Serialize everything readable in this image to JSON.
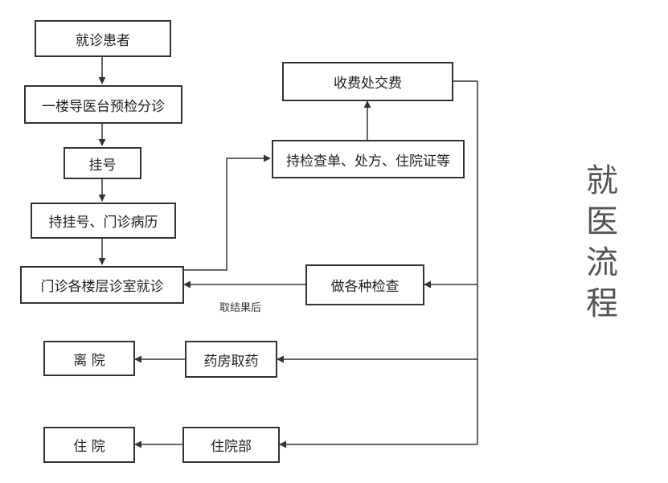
{
  "title": "就医流程",
  "nodes": {
    "patient": "就诊患者",
    "triage": "一楼导医台预检分诊",
    "register": "挂号",
    "with_record": "持挂号、门诊病历",
    "outpatient": "门诊各楼层诊室就诊",
    "with_forms": "持检查单、处方、住院证等",
    "pay": "收费处交费",
    "exams": "做各种检查",
    "pharmacy": "药房取药",
    "leave": "离 院",
    "inpatient_dept": "住院部",
    "hospitalize": "住 院"
  },
  "edge_labels": {
    "results": "取结果后"
  }
}
